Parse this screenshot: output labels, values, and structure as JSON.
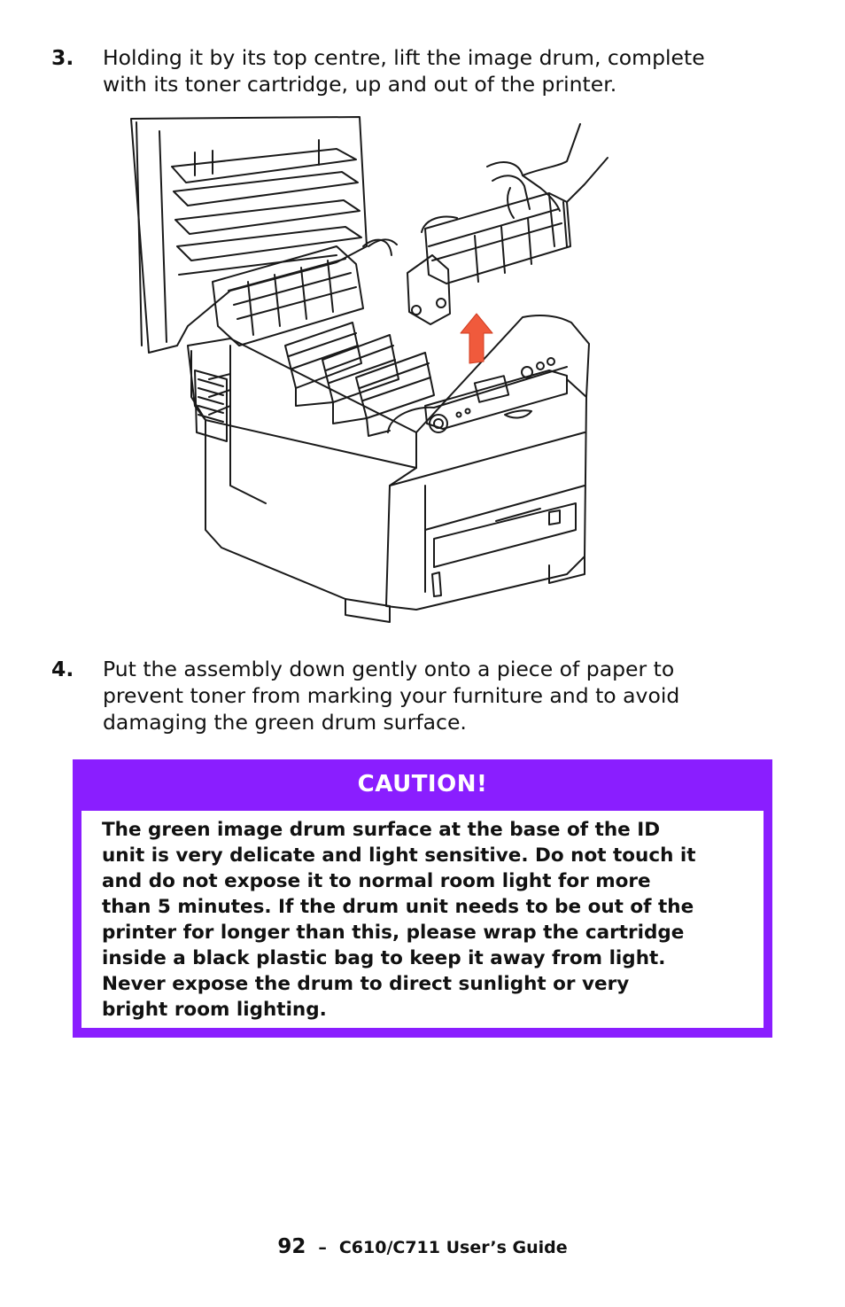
{
  "step3": {
    "number": "3.",
    "lines": [
      "Holding it by its top centre, lift the image drum, complete",
      "with its toner cartridge, up and out of the printer."
    ]
  },
  "figure": {
    "icon": "printer-drum-removal-illustration",
    "arrow_color": "#f05a3c",
    "line_color": "#1a1a1a"
  },
  "step4": {
    "number": "4.",
    "lines": [
      "Put the assembly down gently onto a piece of paper to",
      "prevent toner from marking your furniture and to avoid",
      "damaging the green drum surface."
    ]
  },
  "caution": {
    "title": "CAUTION!",
    "color": "#8a1eff",
    "lines": [
      "The green image drum surface at the base of the ID",
      "unit is very delicate and light sensitive. Do not touch it",
      "and do not expose it to normal room light for more",
      "than 5 minutes. If the drum unit needs to be out of the",
      "printer for longer than this, please wrap the cartridge",
      "inside a black plastic bag to keep it away from light.",
      "Never expose the drum to direct sunlight or very",
      "bright room lighting."
    ]
  },
  "footer": {
    "page_number": "92",
    "separator": "–",
    "guide_title": "C610/C711 User’s Guide"
  }
}
